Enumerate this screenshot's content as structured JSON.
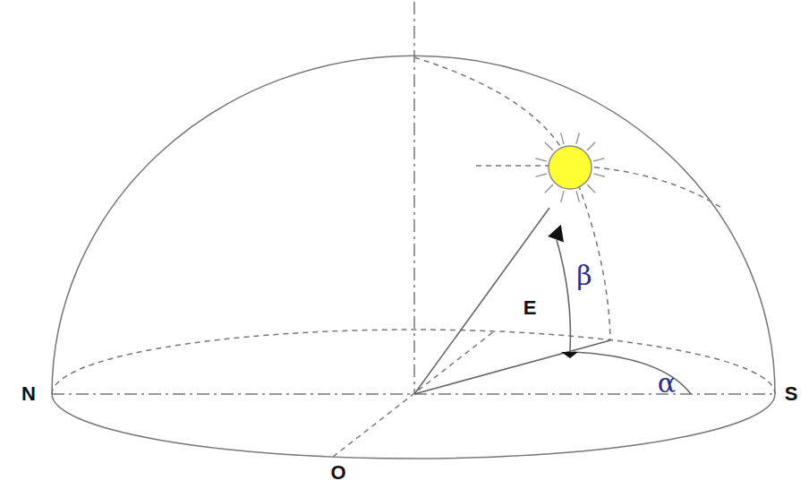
{
  "diagram": {
    "labels": [
      "N",
      "S",
      "E",
      "O",
      "β",
      "α"
    ]
  }
}
